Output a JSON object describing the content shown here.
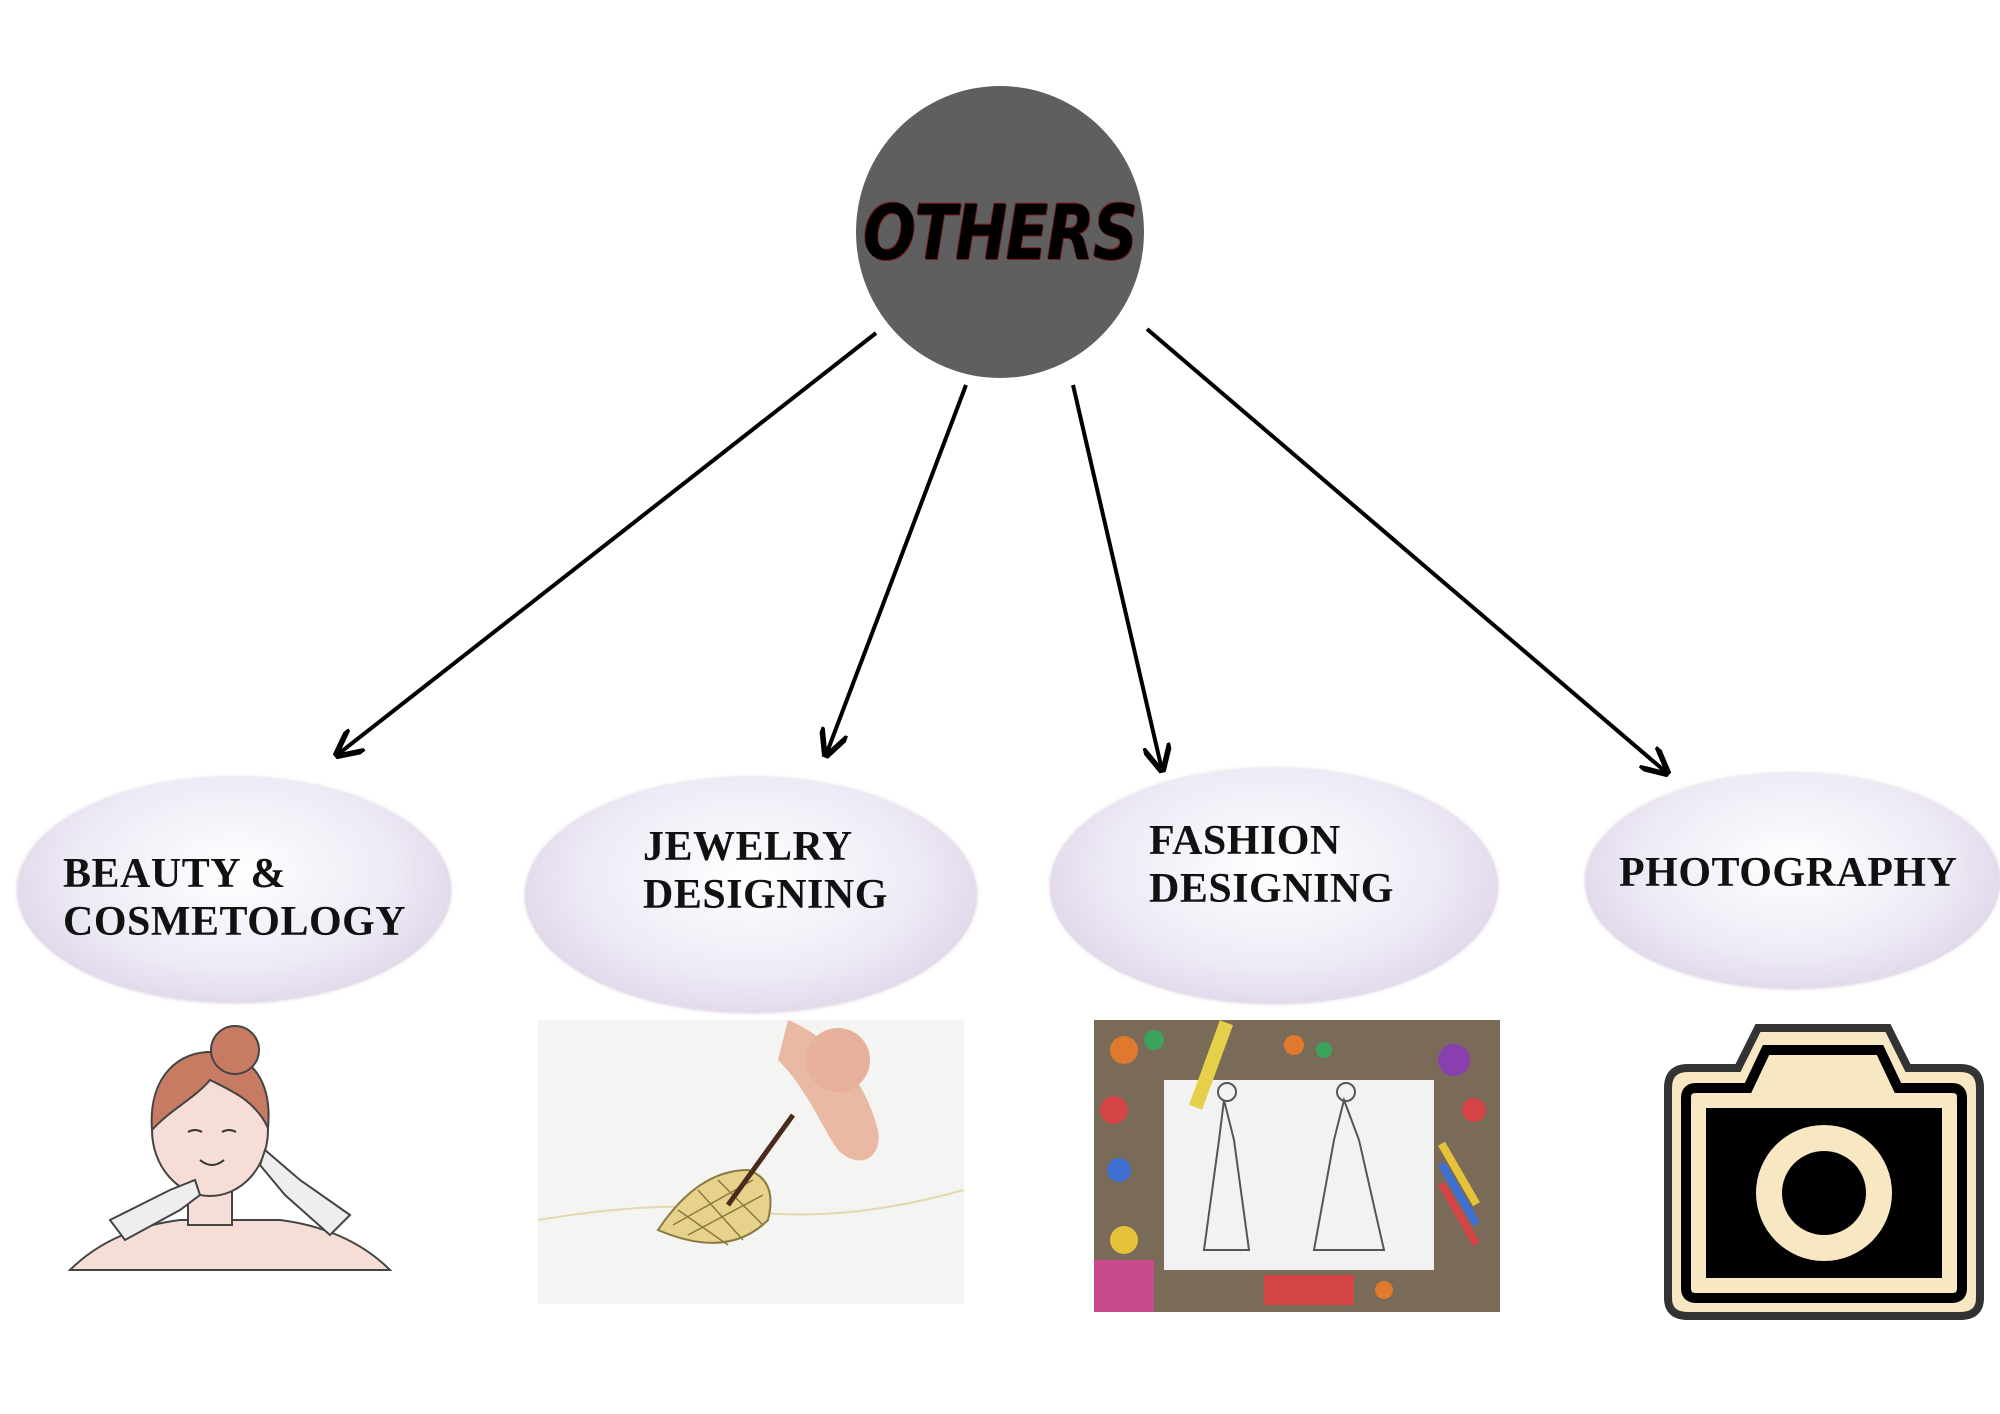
{
  "diagram": {
    "root": {
      "label": "OTHERS",
      "fill": "#5f5f5f"
    },
    "children": [
      {
        "id": "beauty",
        "lines": [
          "BEAUTY &",
          "COSMETOLOGY"
        ],
        "icon": "beauty-skincare-illustration"
      },
      {
        "id": "jewelry",
        "lines": [
          "JEWELRY",
          "DESIGNING"
        ],
        "icon": "jewelry-sketch-photo"
      },
      {
        "id": "fashion",
        "lines": [
          "FASHION",
          "DESIGNING"
        ],
        "icon": "fashion-sketch-photo"
      },
      {
        "id": "photo",
        "lines": [
          "PHOTOGRAPHY"
        ],
        "icon": "camera-icon"
      }
    ],
    "colors": {
      "arrow": "#000000",
      "node_border": "#d8c8dc",
      "camera_fill": "#f7e7c2",
      "skin": "#f6ddd6",
      "hair": "#c77b63"
    }
  }
}
